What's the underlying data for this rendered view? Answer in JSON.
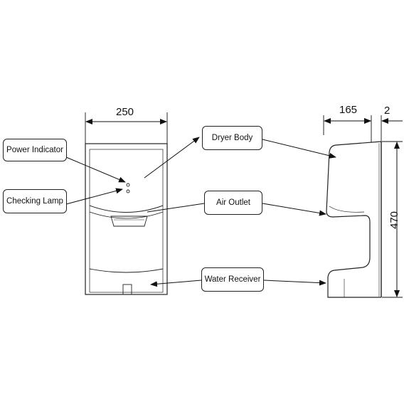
{
  "callouts": {
    "power_indicator": "Power Indicator",
    "checking_lamp": "Checking Lamp",
    "dryer_body": "Dryer Body",
    "air_outlet": "Air Outlet",
    "water_receiver": "Water Receiver"
  },
  "dimensions": {
    "front_width": "250",
    "side_depth": "165",
    "wall_gap": "2",
    "height": "470"
  }
}
